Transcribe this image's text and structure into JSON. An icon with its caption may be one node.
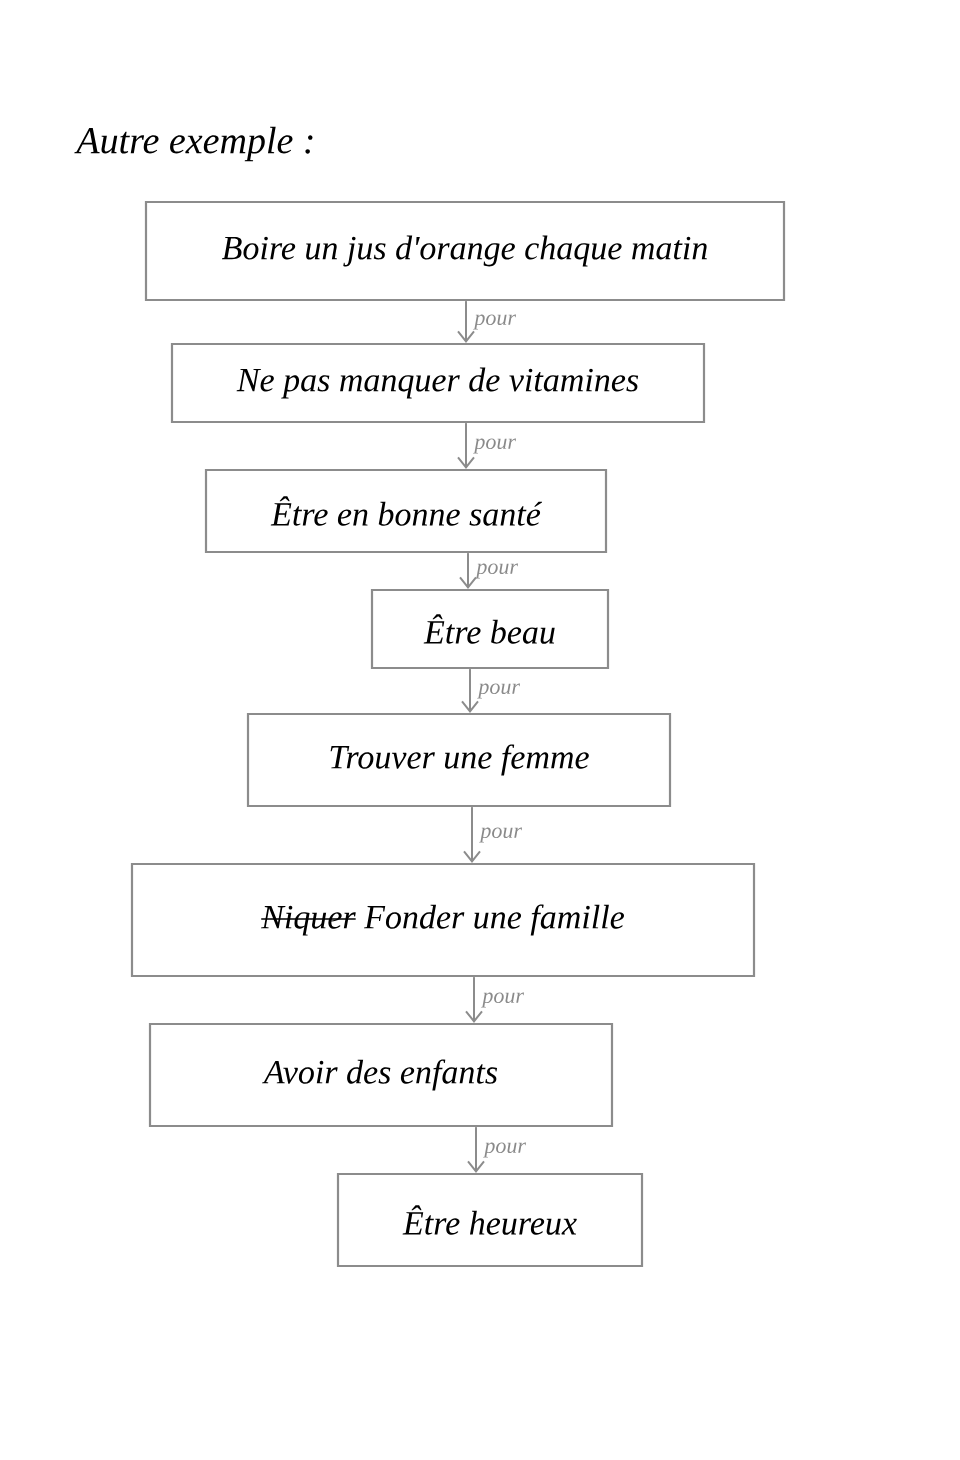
{
  "diagram": {
    "title": "Autre exemple :",
    "nodes": [
      {
        "text": [
          "Boire un jus d'orange chaque matin"
        ]
      },
      {
        "text": [
          "Ne pas manquer de vitamines"
        ]
      },
      {
        "text": [
          "Être en bonne santé"
        ]
      },
      {
        "text": [
          "Être beau"
        ]
      },
      {
        "text": [
          "Trouver une femme"
        ]
      },
      {
        "text": [
          "Niquer",
          "Fonder une famille"
        ]
      },
      {
        "text": [
          "Avoir des enfants"
        ]
      },
      {
        "text": [
          "Être heureux"
        ]
      }
    ],
    "edges": [
      {
        "from": 0,
        "to": 1,
        "arrow": "to",
        "label": "pour"
      },
      {
        "from": 1,
        "to": 2,
        "arrow": "to",
        "label": "pour"
      },
      {
        "from": 2,
        "to": 3,
        "arrow": "to",
        "label": "pour"
      },
      {
        "from": 3,
        "to": 4,
        "arrow": "to",
        "label": "pour"
      },
      {
        "from": 4,
        "to": 5,
        "arrow": "to",
        "label": "pour"
      },
      {
        "from": 5,
        "to": 6,
        "arrow": "to",
        "label": "pour"
      },
      {
        "from": 6,
        "to": 7,
        "arrow": "to",
        "label": "pour"
      }
    ]
  }
}
